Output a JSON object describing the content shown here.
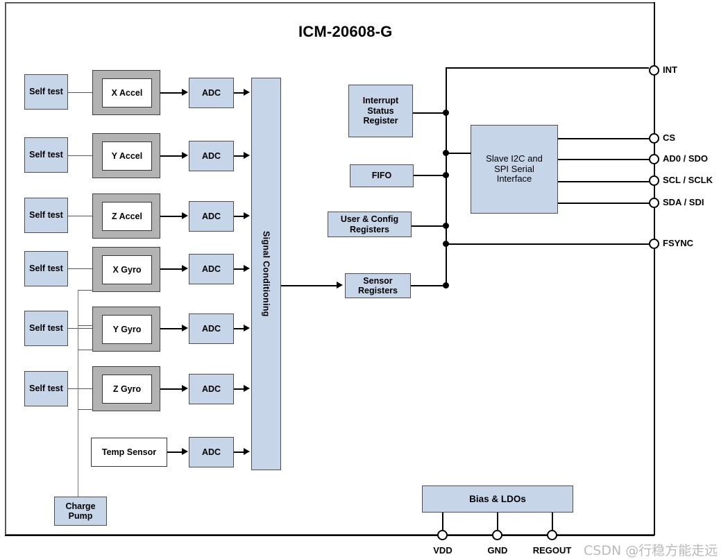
{
  "diagram": {
    "title": "ICM-20608-G",
    "colors": {
      "block_fill": "#c7d5e9",
      "block_stroke": "#4d4d4d",
      "sensor_frame": "#b3b3b3",
      "wire": "#000000",
      "chip_outline": "#5a5a5a",
      "watermark": "#b9b9b9"
    },
    "signal_conditioning": "Signal Conditioning",
    "self_test_label": "Self\ntest",
    "adc_label": "ADC",
    "sensor_channels": [
      {
        "self_test": "Self test",
        "sensor": "X Accel",
        "adc": "ADC"
      },
      {
        "self_test": "Self test",
        "sensor": "Y Accel",
        "adc": "ADC"
      },
      {
        "self_test": "Self test",
        "sensor": "Z Accel",
        "adc": "ADC"
      },
      {
        "self_test": "Self test",
        "sensor": "X Gyro",
        "adc": "ADC"
      },
      {
        "self_test": "Self test",
        "sensor": "Y Gyro",
        "adc": "ADC"
      },
      {
        "self_test": "Self test",
        "sensor": "Z Gyro",
        "adc": "ADC"
      }
    ],
    "temp_sensor": "Temp Sensor",
    "temp_adc": "ADC",
    "charge_pump": "Charge\nPump",
    "charge_pump_line1": "Charge",
    "charge_pump_line2": "Pump",
    "registers": {
      "interrupt_status": "Interrupt\nStatus\nRegister",
      "interrupt_status_l1": "Interrupt",
      "interrupt_status_l2": "Status",
      "interrupt_status_l3": "Register",
      "fifo": "FIFO",
      "user_config_l1": "User & Config",
      "user_config_l2": "Registers",
      "sensor_registers_l1": "Sensor",
      "sensor_registers_l2": "Registers"
    },
    "serial_interface": {
      "l1": "Slave I2C and",
      "l2": "SPI Serial",
      "l3": "Interface"
    },
    "bias_ldos": "Bias & LDOs",
    "pins_right": [
      {
        "name": "INT"
      },
      {
        "name": "CS"
      },
      {
        "name": "AD0 / SDO"
      },
      {
        "name": "SCL / SCLK"
      },
      {
        "name": "SDA / SDI"
      },
      {
        "name": "FSYNC"
      }
    ],
    "pins_bottom": [
      {
        "name": "VDD"
      },
      {
        "name": "GND"
      },
      {
        "name": "REGOUT"
      }
    ],
    "watermark": "CSDN @行稳方能走远"
  }
}
